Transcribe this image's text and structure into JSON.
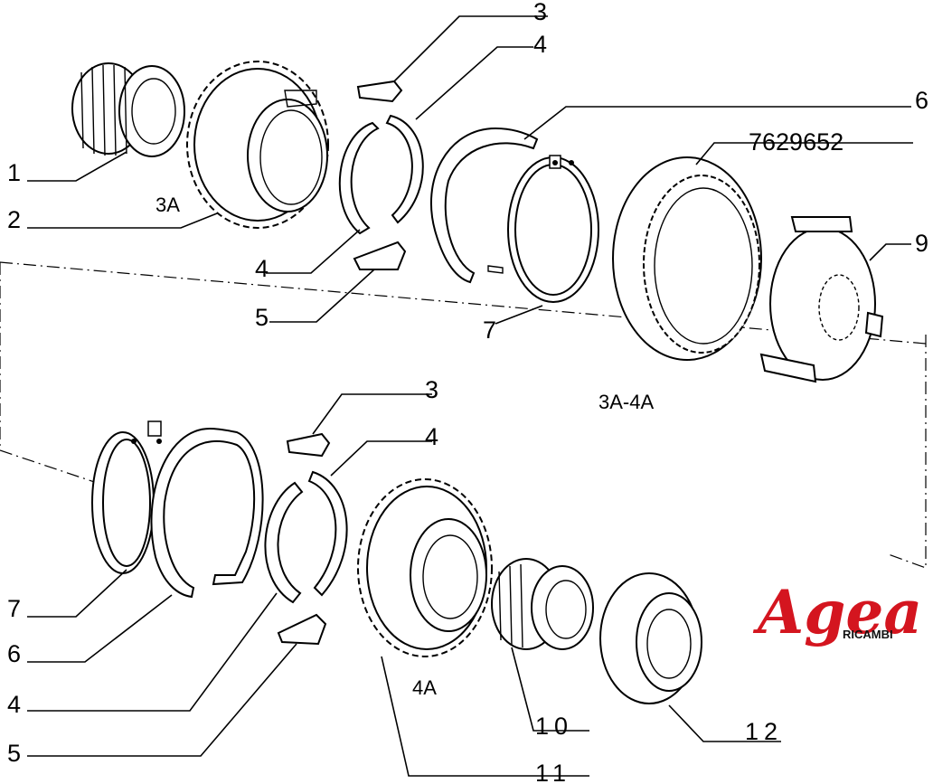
{
  "callouts": [
    "1",
    "2",
    "3",
    "4",
    "4",
    "5",
    "6",
    "7629652",
    "7",
    "9",
    "3",
    "4",
    "7",
    "6",
    "4",
    "5",
    "10",
    "11",
    "12"
  ],
  "group_labels": {
    "upper_gear": "3A",
    "upper_sleeve": "3A-4A",
    "lower_gear": "4A"
  },
  "logo": {
    "brand": "Agea",
    "tagline": "RICAMBI",
    "color": "#d4151f"
  }
}
